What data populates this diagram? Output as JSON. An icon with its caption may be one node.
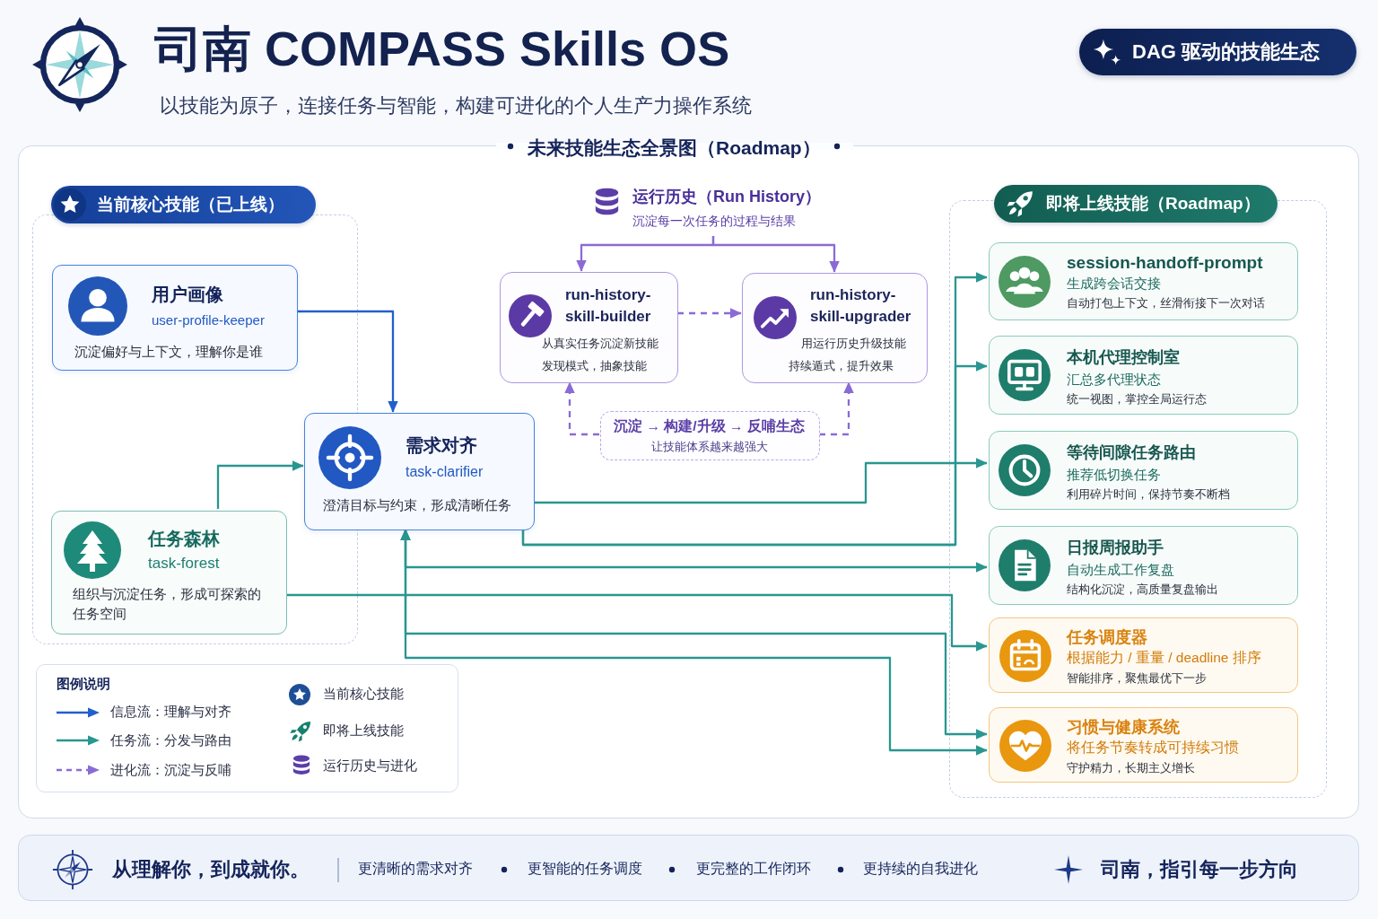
{
  "diagram": {
    "title": "司南 COMPASS Skills OS",
    "nodes": [
      {
        "text": [
          "未来技能生态全景图（Roadmap）"
        ]
      },
      {
        "text": [
          "当前核心技能（已上线）"
        ],
        "in": 0
      },
      {
        "text": [
          "用户画像",
          "user-profile-keeper",
          "沉淀偏好与上下文，理解你是谁"
        ],
        "in": 1
      },
      {
        "text": [
          "运行历史（Run History）",
          "沉淀每一次任务的过程与结果"
        ],
        "in": 0
      },
      {
        "text": [
          "run-history-skill-builder",
          "从真实任务沉淀新技能",
          "发现模式，抽象技能"
        ],
        "in": 0
      },
      {
        "text": [
          "run-history-skill-upgrader",
          "用运行历史升级技能",
          "持续遁式，提升效果"
        ],
        "in": 0
      },
      {
        "text": [
          "即将上线技能（Roadmap）"
        ],
        "in": 0
      },
      {
        "text": [
          "session-handoff-prompt",
          "生成跨会话交接",
          "自动打包上下文，丝滑衔接下一次对话"
        ],
        "in": 6
      },
      {
        "text": [
          "本机代理控制室",
          "汇总多代理状态",
          "统一视图，掌控全局运行态"
        ],
        "in": 6
      },
      {
        "text": [
          "沉淀 → 构建/升级 → 反哺生态",
          "让技能体系越来越强大"
        ],
        "in": 0
      },
      {
        "text": [
          "需求对齐",
          "task-clarifier",
          "澄清目标与约束，形成清晰任务"
        ],
        "in": 0
      },
      {
        "text": [
          "等待间隙任务路由",
          "推荐低切换任务",
          "利用碎片时间，保持节奏不断档"
        ],
        "in": 6
      },
      {
        "text": [
          "任务森林",
          "task-forest",
          "组织与沉淀任务，形成可探索的任务空间"
        ],
        "in": 1
      },
      {
        "text": [
          "日报周报助手",
          "自动生成工作复盘",
          "结构化沉淀，高质量复盘输出"
        ],
        "in": 6
      },
      {
        "text": [
          "任务调度器",
          "根据能力 / 重量 / deadline 排序",
          "智能排序，聚焦最优下一步"
        ],
        "in": 6
      },
      {
        "text": [
          "习惯与健康系统",
          "将任务节奏转成可持续习惯",
          "守护精力，长期主义增长"
        ],
        "in": 6
      },
      {
        "text": [
          "从理解你，到成就你。",
          "更清晰的需求对齐",
          "更智能的任务调度",
          "更完整的工作闭环",
          "更持续的自我进化",
          "司南，指引每一步方向"
        ]
      }
    ],
    "edges": [
      {
        "from": 2,
        "to": 10,
        "arrow": "to",
        "color": "#2160cc"
      },
      {
        "from": 12,
        "to": 10,
        "arrow": "to"
      },
      {
        "from": 3,
        "to": 4,
        "arrow": "to",
        "color": "#8a6bd6"
      },
      {
        "from": 3,
        "to": 5,
        "arrow": "to",
        "color": "#8a6bd6"
      },
      {
        "from": 4,
        "to": 5,
        "arrow": "to",
        "style": "dashed",
        "color": "#8a6bd6"
      },
      {
        "from": 9,
        "to": 4,
        "arrow": "to",
        "style": "dashed",
        "color": "#8a6bd6"
      },
      {
        "from": 9,
        "to": 5,
        "arrow": "to",
        "style": "dashed",
        "color": "#8a6bd6"
      },
      {
        "from": 10,
        "to": 11,
        "arrow": "to"
      },
      {
        "from": 10,
        "to": 7,
        "arrow": "to"
      },
      {
        "from": 10,
        "to": 8,
        "arrow": "to"
      },
      {
        "from": 10,
        "to": 13,
        "arrow": "both"
      },
      {
        "from": 12,
        "to": 14,
        "arrow": "to"
      },
      {
        "from": 10,
        "to": 15,
        "arrow": "both"
      },
      {
        "from": 10,
        "to": 15,
        "arrow": "both"
      }
    ],
    "labels": [
      "以技能为原子，连接任务与智能，构建可进化的个人生产力操作系统",
      "DAG 驱动的技能生态",
      "图例说明"
    ],
    "legend": [
      {
        "text": "信息流：理解与对齐"
      },
      {
        "text": "任务流：分发与路由"
      },
      {
        "text": "进化流：沉淀与反哺"
      },
      {
        "text": "当前核心技能"
      },
      {
        "text": "即将上线技能"
      },
      {
        "text": "运行历史与进化"
      }
    ]
  }
}
